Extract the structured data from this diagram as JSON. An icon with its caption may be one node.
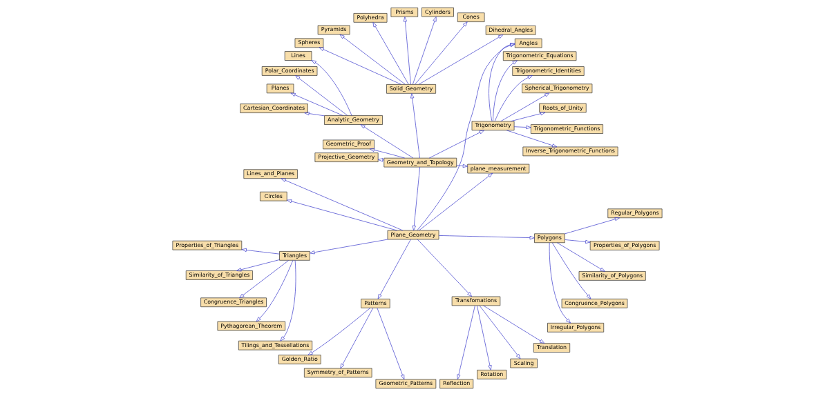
{
  "diagram": {
    "nodes": [
      {
        "text": [
          "Geometry_and_Topology"
        ]
      },
      {
        "text": [
          "Trigonometry"
        ]
      },
      {
        "text": [
          "Inverse_Trigonometric_Functions"
        ]
      },
      {
        "text": [
          "Trigonometric_Functions"
        ]
      },
      {
        "text": [
          "Roots_of_Unity"
        ]
      },
      {
        "text": [
          "Spherical_Trigonometry"
        ]
      },
      {
        "text": [
          "Trigonometric_Identities"
        ]
      },
      {
        "text": [
          "Trigonometric_Equations"
        ]
      },
      {
        "text": [
          "Solid_Geometry"
        ]
      },
      {
        "text": [
          "Dihedral_Angles"
        ]
      },
      {
        "text": [
          "Cones"
        ]
      },
      {
        "text": [
          "Cylinders"
        ]
      },
      {
        "text": [
          "Prisms"
        ]
      },
      {
        "text": [
          "Polyhedra"
        ]
      },
      {
        "text": [
          "Pyramids"
        ]
      },
      {
        "text": [
          "Spheres"
        ]
      },
      {
        "text": [
          "Analytic_Geometry"
        ]
      },
      {
        "text": [
          "Lines"
        ]
      },
      {
        "text": [
          "Polar_Coordinates"
        ]
      },
      {
        "text": [
          "Planes"
        ]
      },
      {
        "text": [
          "Cartesian_Coordinates"
        ]
      },
      {
        "text": [
          "Geometric_Proof"
        ]
      },
      {
        "text": [
          "Projective_Geometry"
        ]
      },
      {
        "text": [
          "Plane_Geometry"
        ]
      },
      {
        "text": [
          "plane_measurement"
        ]
      },
      {
        "text": [
          "Lines_and_Planes"
        ]
      },
      {
        "text": [
          "Angles"
        ]
      },
      {
        "text": [
          "Circles"
        ]
      },
      {
        "text": [
          "Triangles"
        ]
      },
      {
        "text": [
          "Properties_of_Triangles"
        ]
      },
      {
        "text": [
          "Similarity_of_Triangles"
        ]
      },
      {
        "text": [
          "Congruence_Triangles"
        ]
      },
      {
        "text": [
          "Pythagorean_Theorem"
        ]
      },
      {
        "text": [
          "Tilings_and_Tessellations"
        ]
      },
      {
        "text": [
          "Patterns"
        ]
      },
      {
        "text": [
          "Golden_Ratio"
        ]
      },
      {
        "text": [
          "Symmetry_of_Patterns"
        ]
      },
      {
        "text": [
          "Geometric_Patterns"
        ]
      },
      {
        "text": [
          "Transfomations"
        ]
      },
      {
        "text": [
          "Reflection"
        ]
      },
      {
        "text": [
          "Rotation"
        ]
      },
      {
        "text": [
          "Scaling"
        ]
      },
      {
        "text": [
          "Translation"
        ]
      },
      {
        "text": [
          "Polygons"
        ]
      },
      {
        "text": [
          "Irregular_Polygons"
        ]
      },
      {
        "text": [
          "Congruence_Polygons"
        ]
      },
      {
        "text": [
          "Similarity_of_Polygons"
        ]
      },
      {
        "text": [
          "Properties_of_Polygons"
        ]
      },
      {
        "text": [
          "Regular_Polygons"
        ]
      }
    ],
    "edges": [
      {
        "from": 0,
        "to": 1,
        "arrow": "to"
      },
      {
        "from": 1,
        "to": 2,
        "arrow": "to"
      },
      {
        "from": 1,
        "to": 3,
        "arrow": "to"
      },
      {
        "from": 1,
        "to": 4,
        "arrow": "to"
      },
      {
        "from": 1,
        "to": 5,
        "arrow": "to"
      },
      {
        "from": 1,
        "to": 6,
        "arrow": "to"
      },
      {
        "from": 1,
        "to": 7,
        "arrow": "to"
      },
      {
        "from": 1,
        "to": 26,
        "arrow": "to"
      },
      {
        "from": 0,
        "to": 8,
        "arrow": "to"
      },
      {
        "from": 8,
        "to": 9,
        "arrow": "to"
      },
      {
        "from": 8,
        "to": 10,
        "arrow": "to"
      },
      {
        "from": 8,
        "to": 11,
        "arrow": "to"
      },
      {
        "from": 8,
        "to": 12,
        "arrow": "to"
      },
      {
        "from": 8,
        "to": 13,
        "arrow": "to"
      },
      {
        "from": 8,
        "to": 14,
        "arrow": "to"
      },
      {
        "from": 8,
        "to": 15,
        "arrow": "to"
      },
      {
        "from": 0,
        "to": 16,
        "arrow": "to"
      },
      {
        "from": 16,
        "to": 17,
        "arrow": "to"
      },
      {
        "from": 16,
        "to": 18,
        "arrow": "to"
      },
      {
        "from": 16,
        "to": 19,
        "arrow": "to"
      },
      {
        "from": 16,
        "to": 20,
        "arrow": "to"
      },
      {
        "from": 0,
        "to": 21,
        "arrow": "to"
      },
      {
        "from": 0,
        "to": 22,
        "arrow": "to"
      },
      {
        "from": 0,
        "to": 23,
        "arrow": "to"
      },
      {
        "from": 0,
        "to": 24,
        "arrow": "to"
      },
      {
        "from": 23,
        "to": 24,
        "arrow": "to"
      },
      {
        "from": 23,
        "to": 25,
        "arrow": "to"
      },
      {
        "from": 23,
        "to": 26,
        "arrow": "to"
      },
      {
        "from": 23,
        "to": 27,
        "arrow": "to"
      },
      {
        "from": 23,
        "to": 28,
        "arrow": "to"
      },
      {
        "from": 28,
        "to": 29,
        "arrow": "to"
      },
      {
        "from": 28,
        "to": 30,
        "arrow": "to"
      },
      {
        "from": 28,
        "to": 31,
        "arrow": "to"
      },
      {
        "from": 28,
        "to": 32,
        "arrow": "to"
      },
      {
        "from": 28,
        "to": 33,
        "arrow": "to"
      },
      {
        "from": 23,
        "to": 34,
        "arrow": "to"
      },
      {
        "from": 34,
        "to": 35,
        "arrow": "to"
      },
      {
        "from": 34,
        "to": 36,
        "arrow": "to"
      },
      {
        "from": 34,
        "to": 37,
        "arrow": "to"
      },
      {
        "from": 23,
        "to": 38,
        "arrow": "to"
      },
      {
        "from": 38,
        "to": 39,
        "arrow": "to"
      },
      {
        "from": 38,
        "to": 40,
        "arrow": "to"
      },
      {
        "from": 38,
        "to": 41,
        "arrow": "to"
      },
      {
        "from": 38,
        "to": 42,
        "arrow": "to"
      },
      {
        "from": 23,
        "to": 43,
        "arrow": "to"
      },
      {
        "from": 43,
        "to": 44,
        "arrow": "to"
      },
      {
        "from": 43,
        "to": 45,
        "arrow": "to"
      },
      {
        "from": 43,
        "to": 46,
        "arrow": "to"
      },
      {
        "from": 43,
        "to": 47,
        "arrow": "to"
      },
      {
        "from": 43,
        "to": 48,
        "arrow": "to"
      }
    ]
  }
}
